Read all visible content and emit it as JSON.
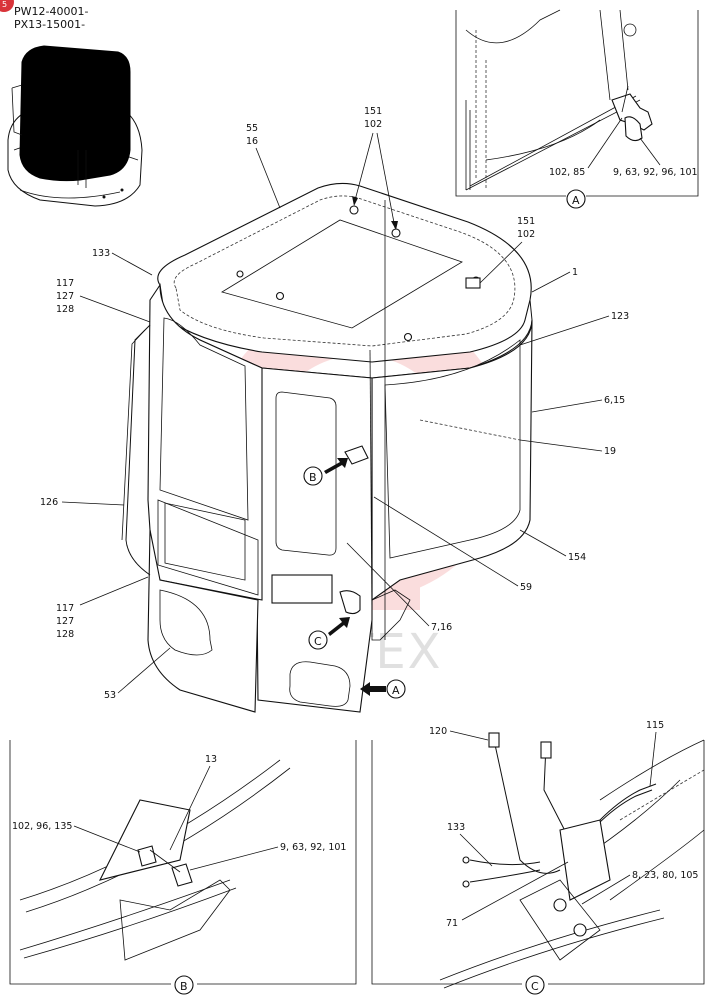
{
  "header": {
    "badge": "5",
    "serial_1": "PW12-40001-",
    "serial_2": "PX13-15001-"
  },
  "watermark": {
    "text": "ИНТЕХ",
    "color": "#e8474b"
  },
  "callouts": {
    "main": [
      {
        "id": "c55",
        "lines": [
          "55",
          "16"
        ]
      },
      {
        "id": "c151a",
        "lines": [
          "151",
          "102"
        ]
      },
      {
        "id": "c151b",
        "lines": [
          "151",
          "102"
        ]
      },
      {
        "id": "c133",
        "lines": [
          "133"
        ]
      },
      {
        "id": "c117a",
        "lines": [
          "117",
          "127",
          "128"
        ]
      },
      {
        "id": "c1",
        "lines": [
          "1"
        ]
      },
      {
        "id": "c123",
        "lines": [
          "123"
        ]
      },
      {
        "id": "c615",
        "lines": [
          "6,15"
        ]
      },
      {
        "id": "c19",
        "lines": [
          "19"
        ]
      },
      {
        "id": "c126",
        "lines": [
          "126"
        ]
      },
      {
        "id": "c154",
        "lines": [
          "154"
        ]
      },
      {
        "id": "c59",
        "lines": [
          "59"
        ]
      },
      {
        "id": "c117b",
        "lines": [
          "117",
          "127",
          "128"
        ]
      },
      {
        "id": "c716",
        "lines": [
          "7,16"
        ]
      },
      {
        "id": "c53",
        "lines": [
          "53"
        ]
      }
    ],
    "detail_a": [
      {
        "id": "a1",
        "lines": [
          "102, 85"
        ]
      },
      {
        "id": "a2",
        "lines": [
          "9, 63, 92, 96, 101"
        ]
      }
    ],
    "detail_b": [
      {
        "id": "b1",
        "lines": [
          "13"
        ]
      },
      {
        "id": "b2",
        "lines": [
          "102, 96, 135"
        ]
      },
      {
        "id": "b3",
        "lines": [
          "9, 63, 92, 101"
        ]
      }
    ],
    "detail_c": [
      {
        "id": "k1",
        "lines": [
          "120"
        ]
      },
      {
        "id": "k2",
        "lines": [
          "115"
        ]
      },
      {
        "id": "k3",
        "lines": [
          "133"
        ]
      },
      {
        "id": "k4",
        "lines": [
          "8, 23, 80, 105"
        ]
      },
      {
        "id": "k5",
        "lines": [
          "71"
        ]
      }
    ]
  },
  "markers": {
    "a": "A",
    "b": "B",
    "c": "C"
  }
}
